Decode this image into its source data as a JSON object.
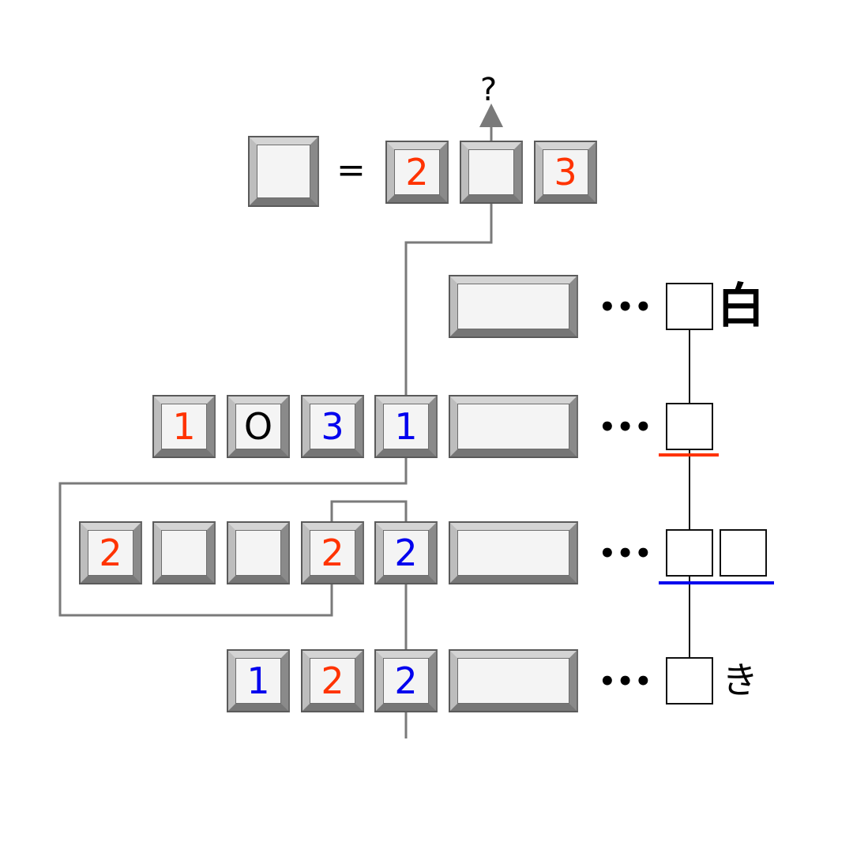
{
  "equation": {
    "equals": "=",
    "question": "?",
    "keys": [
      "",
      "2",
      "",
      "3"
    ]
  },
  "rows": [
    {
      "keys": [],
      "dots": "•••",
      "answer_cells": 1,
      "answer_char": "白"
    },
    {
      "keys": [
        "1",
        "O",
        "3",
        "1"
      ],
      "dots": "•••",
      "answer_cells": 1,
      "answer_char": ""
    },
    {
      "keys": [
        "2",
        "",
        "",
        "2",
        "2"
      ],
      "dots": "•••",
      "answer_cells": 2,
      "answer_char": ""
    },
    {
      "keys": [
        "1",
        "2",
        "2"
      ],
      "dots": "•••",
      "answer_cells": 1,
      "answer_char": "き"
    }
  ],
  "colors": {
    "red": "#ff3300",
    "blue": "#0000ee",
    "line": "#7a7a7a"
  }
}
